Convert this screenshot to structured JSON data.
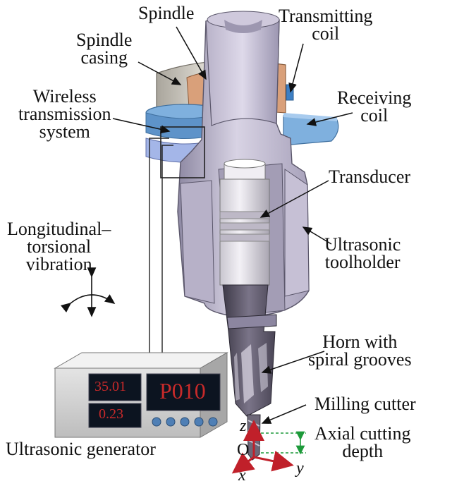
{
  "labels": {
    "spindle": "Spindle",
    "transmitting_coil": [
      "Transmitting",
      "coil"
    ],
    "spindle_casing": [
      "Spindle",
      "casing"
    ],
    "wireless_transmission": [
      "Wireless",
      "transmission",
      "system"
    ],
    "receiving_coil": [
      "Receiving",
      "coil"
    ],
    "transducer": "Transducer",
    "vibration": [
      "Longitudinal–",
      "torsional",
      "vibration"
    ],
    "ultrasonic_toolholder": [
      "Ultrasonic",
      "toolholder"
    ],
    "horn": [
      "Horn with",
      "spiral grooves"
    ],
    "milling_cutter": "Milling cutter",
    "axial_depth": [
      "Axial cutting",
      "depth"
    ],
    "generator": "Ultrasonic generator"
  },
  "generator_display": {
    "readout_1": "35.01",
    "readout_2": "0.23",
    "main_readout": "P010",
    "button_count": 5
  },
  "axes": {
    "z": "z",
    "origin": "O",
    "x": "x",
    "y": "y"
  },
  "colors": {
    "body": "#c8c2d6",
    "body_dark": "#8f8aa3",
    "casing": "#dedbd2",
    "copper": "#d9a07a",
    "coil_blue": "#7fb0de",
    "arrow_red": "#c0202a",
    "depth_green": "#1d9a3a",
    "display_text": "#c82a2a"
  }
}
